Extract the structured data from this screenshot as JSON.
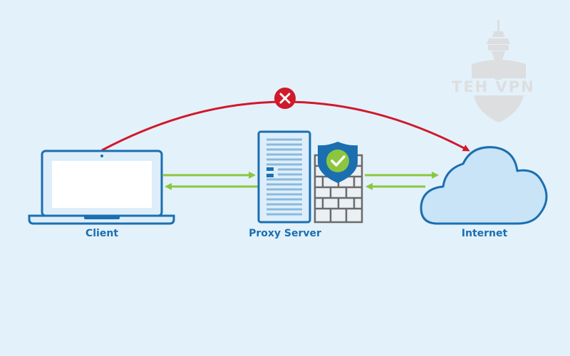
{
  "nodes": {
    "client": {
      "label": "Client"
    },
    "proxy": {
      "label": "Proxy Server"
    },
    "internet": {
      "label": "Internet"
    }
  },
  "watermark": {
    "text": "TEH VPN"
  },
  "colors": {
    "background": "#e3f1fb",
    "outline": "#1b6fb0",
    "fill_light": "#ddeefa",
    "blocked_arrow": "#d0192b",
    "allowed_arrow": "#8cc63f",
    "shield": "#1b6fb0",
    "check": "#8cc63f",
    "label": "#1b6fb0"
  },
  "icons": {
    "client": "laptop-icon",
    "proxy": "server-icon",
    "firewall": "brick-wall-icon",
    "security": "shield-check-icon",
    "internet": "cloud-icon",
    "blocked": "blocked-x-icon",
    "watermark": "tower-logo"
  }
}
